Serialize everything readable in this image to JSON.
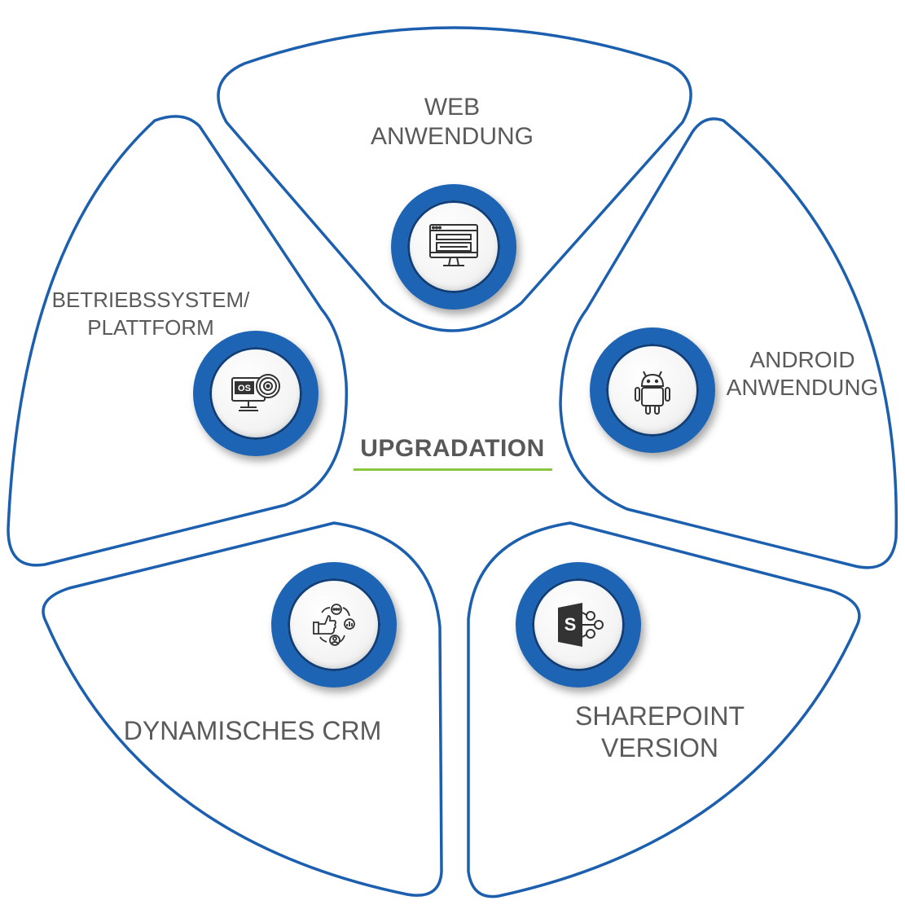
{
  "center": {
    "title": "UPGRADATION"
  },
  "segments": [
    {
      "id": "web",
      "lines": [
        "WEB",
        "ANWENDUNG"
      ],
      "icon": "web-monitor-icon"
    },
    {
      "id": "android",
      "lines": [
        "ANDROID",
        "ANWENDUNG"
      ],
      "icon": "android-icon"
    },
    {
      "id": "sharepoint",
      "lines": [
        "SHAREPOINT",
        "VERSION"
      ],
      "icon": "sharepoint-icon"
    },
    {
      "id": "crm",
      "lines": [
        "DYNAMISCHES CRM"
      ],
      "icon": "crm-icon"
    },
    {
      "id": "os",
      "lines": [
        "BETRIEBSSYSTEM/",
        "PLATTFORM"
      ],
      "icon": "os-monitor-icon"
    }
  ],
  "colors": {
    "border": "#1b5fae",
    "ring": "#1e64b4",
    "accent": "#8cc63f",
    "text": "#5a5a5a"
  }
}
